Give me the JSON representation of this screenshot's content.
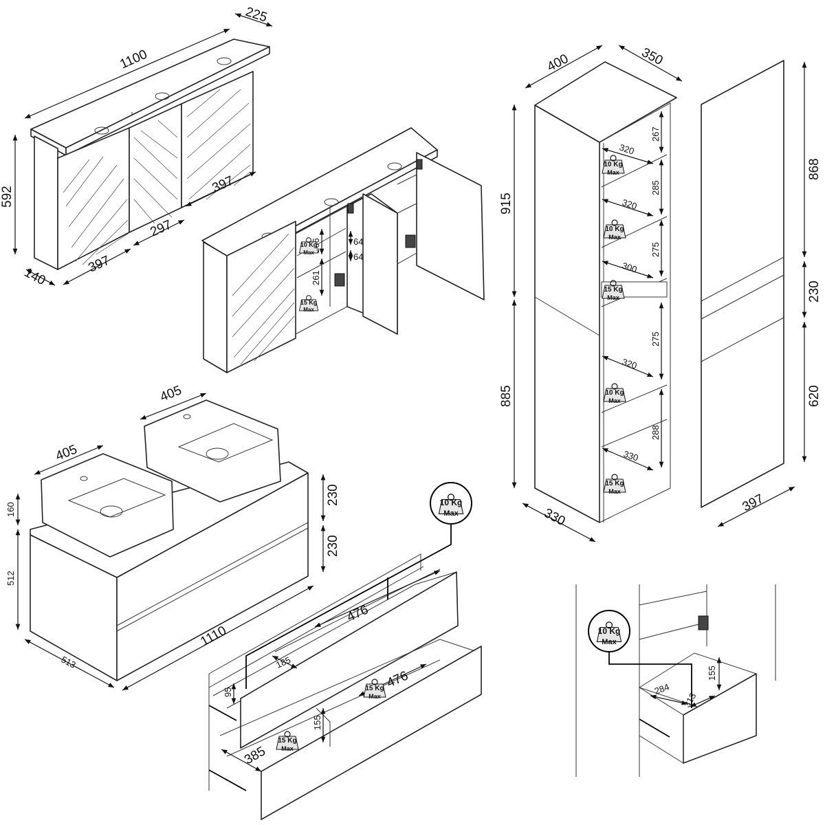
{
  "mirror_cabinet": {
    "width": "1100",
    "depth": "225",
    "height": "592",
    "side_depth": "140",
    "door_left": "397",
    "door_mid": "297",
    "door_right": "397"
  },
  "mirror_cabinet_open": {
    "shelf_h_top": "266",
    "shelf_h_bottom": "261",
    "gap_top": "64",
    "gap_bottom": "64",
    "load_upper": {
      "value": "10 Kg",
      "unit": "Max"
    },
    "load_lower": {
      "value": "15 Kg",
      "unit": "Max"
    }
  },
  "tall_cabinet": {
    "width": "400",
    "depth": "350",
    "upper_height": "915",
    "lower_height": "885",
    "base_depth": "330",
    "shelf_gaps": [
      "267",
      "285",
      "275",
      "275",
      "288"
    ],
    "shelf_widths": [
      "320",
      "320",
      "300",
      "320",
      "330"
    ],
    "loads": [
      {
        "value": "10 Kg",
        "unit": "Max"
      },
      {
        "value": "10 Kg",
        "unit": "Max"
      },
      {
        "value": "15 Kg",
        "unit": "Max"
      },
      {
        "value": "10 Kg",
        "unit": "Max"
      },
      {
        "value": "15 Kg",
        "unit": "Max"
      }
    ]
  },
  "tall_cabinet_front": {
    "top_door": "868",
    "drawer": "230",
    "bottom_door": "620",
    "width": "397"
  },
  "vanity": {
    "basin_width_left": "405",
    "basin_width_right": "405",
    "basin_height": "160",
    "drawer_top": "230",
    "drawer_bottom": "230",
    "body_height": "512",
    "width": "1110",
    "depth": "513"
  },
  "vanity_drawers": {
    "top_inner_width": "476",
    "top_inner_depth": "185",
    "top_inner_height": "95",
    "bottom_inner_width": "476",
    "bottom_inner_height": "155",
    "bottom_inner_depth": "385",
    "load_callout": {
      "value": "10 Kg",
      "unit": "Max"
    },
    "load_top": {
      "value": "15 Kg",
      "unit": "Max"
    },
    "load_bottom": {
      "value": "15 Kg",
      "unit": "Max"
    }
  },
  "tall_drawer_detail": {
    "inner_width": "284",
    "inner_depth": "313",
    "inner_height": "155",
    "load": {
      "value": "10 Kg",
      "unit": "Max"
    }
  }
}
